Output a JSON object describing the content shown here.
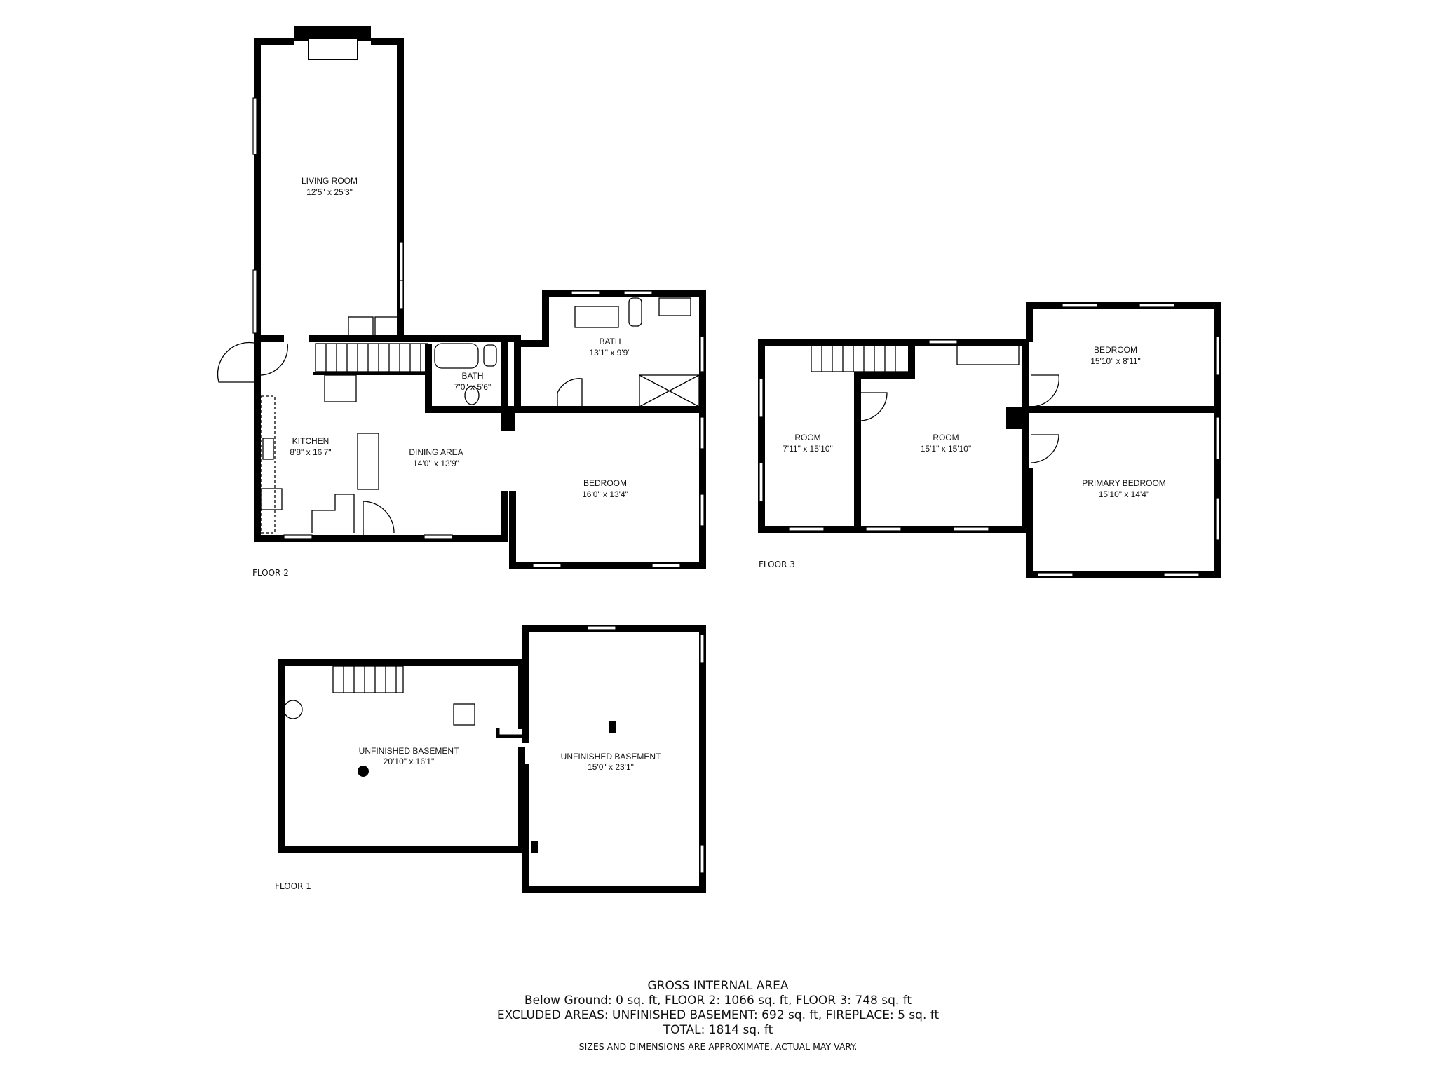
{
  "floors": {
    "floor2": {
      "label": "FLOOR 2",
      "rooms": [
        {
          "name": "LIVING ROOM",
          "size": "12'5\" x 25'3\""
        },
        {
          "name": "KITCHEN",
          "size": "8'8\" x 16'7\""
        },
        {
          "name": "DINING AREA",
          "size": "14'0\" x 13'9\""
        },
        {
          "name": "BATH",
          "size": "13'1\" x 9'9\""
        },
        {
          "name": "BATH",
          "size": "7'0\" x 5'6\""
        },
        {
          "name": "BEDROOM",
          "size": "16'0\" x 13'4\""
        }
      ]
    },
    "floor3": {
      "label": "FLOOR 3",
      "rooms": [
        {
          "name": "ROOM",
          "size": "7'11\" x 15'10\""
        },
        {
          "name": "ROOM",
          "size": "15'1\" x 15'10\""
        },
        {
          "name": "BEDROOM",
          "size": "15'10\" x 8'11\""
        },
        {
          "name": "PRIMARY BEDROOM",
          "size": "15'10\" x 14'4\""
        }
      ]
    },
    "floor1": {
      "label": "FLOOR 1",
      "rooms": [
        {
          "name": "UNFINISHED BASEMENT",
          "size": "20'10\" x 16'1\""
        },
        {
          "name": "UNFINISHED BASEMENT",
          "size": "15'0\" x 23'1\""
        }
      ]
    }
  },
  "footer": {
    "title": "GROSS INTERNAL AREA",
    "line1": "Below Ground: 0 sq. ft, FLOOR 2: 1066 sq. ft, FLOOR 3: 748 sq. ft",
    "line2": "EXCLUDED AREAS: UNFINISHED BASEMENT: 692 sq. ft, FIREPLACE: 5 sq. ft",
    "total": "TOTAL: 1814 sq. ft",
    "disclaimer": "SIZES AND DIMENSIONS ARE APPROXIMATE, ACTUAL MAY VARY."
  }
}
